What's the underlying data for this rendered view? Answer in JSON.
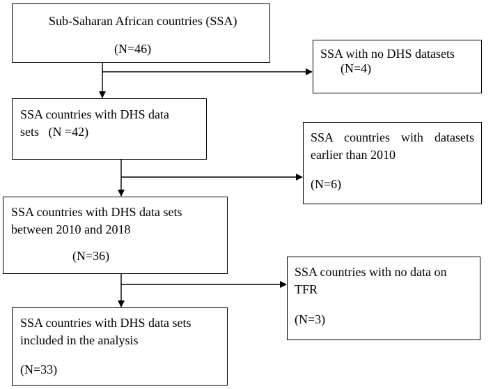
{
  "flow": {
    "total": {
      "label": "Sub-Saharan African countries (SSA)",
      "n": "(N=46)"
    },
    "excluded_no_dhs": {
      "label": "SSA with no DHS datasets",
      "n": "(N=4)"
    },
    "with_dhs": {
      "line1": "SSA countries with DHS data",
      "line2": "sets   (N =42)"
    },
    "excluded_early": {
      "line1": "SSA   countries   with   datasets",
      "line2": "earlier than 2010",
      "n": "(N=6)"
    },
    "dhs_2010_2018": {
      "line1": "SSA countries with DHS data sets",
      "line2": "between 2010 and 2018",
      "n": "(N=36)"
    },
    "excluded_no_tfr": {
      "line1": "SSA countries with no data on",
      "line2": "TFR",
      "n": "(N=3)"
    },
    "included": {
      "line1": "SSA countries with DHS data sets",
      "line2": "included in the analysis",
      "n": "(N=33)"
    }
  }
}
